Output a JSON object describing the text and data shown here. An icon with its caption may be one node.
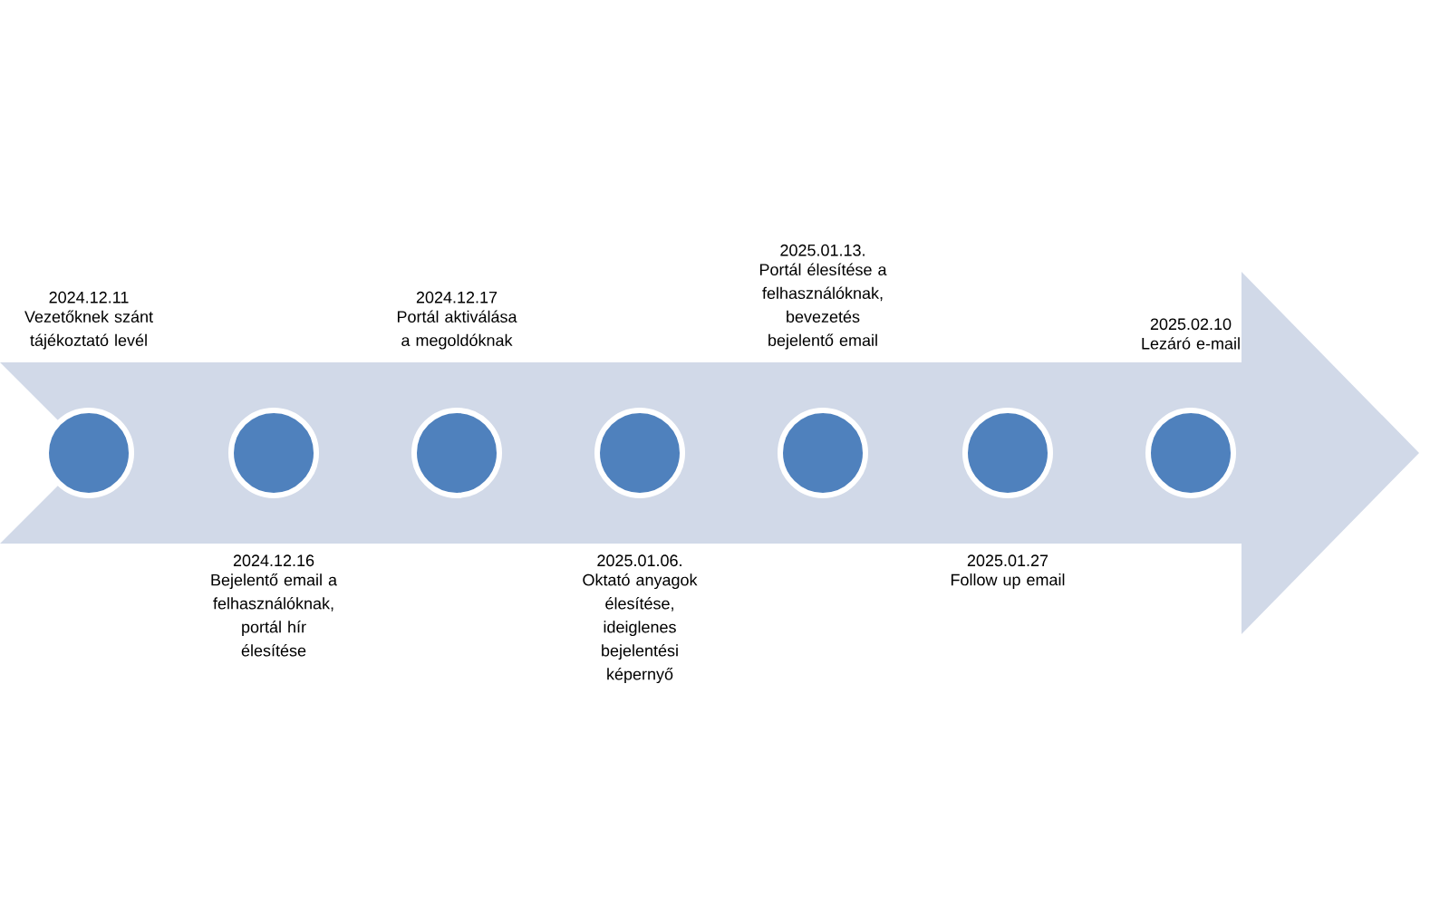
{
  "diagram": {
    "nodes": [
      {
        "text": [],
        "shape": "circle",
        "beside": [
          "2024.12.11",
          "Vezetőknek szánt tájékoztató levél"
        ]
      },
      {
        "text": [],
        "shape": "circle",
        "beside": [
          "2024.12.16",
          "Bejelentő email a felhasználóknak, portál hír élesítése"
        ]
      },
      {
        "text": [],
        "shape": "circle",
        "beside": [
          "2024.12.17",
          "Portál aktiválása a megoldóknak"
        ]
      },
      {
        "text": [],
        "shape": "circle",
        "beside": [
          "2025.01.06.",
          "Oktató anyagok élesítése, ideiglenes bejelentési képernyő"
        ]
      },
      {
        "text": [],
        "shape": "circle",
        "beside": [
          "2025.01.13.",
          "Portál élesítése a felhasználóknak, bevezetés bejelentő email"
        ]
      },
      {
        "text": [],
        "shape": "circle",
        "beside": [
          "2025.01.27",
          "Follow up email"
        ]
      },
      {
        "text": [],
        "shape": "circle",
        "beside": [
          "2025.02.10",
          "Lezáró e-mail"
        ]
      }
    ]
  }
}
